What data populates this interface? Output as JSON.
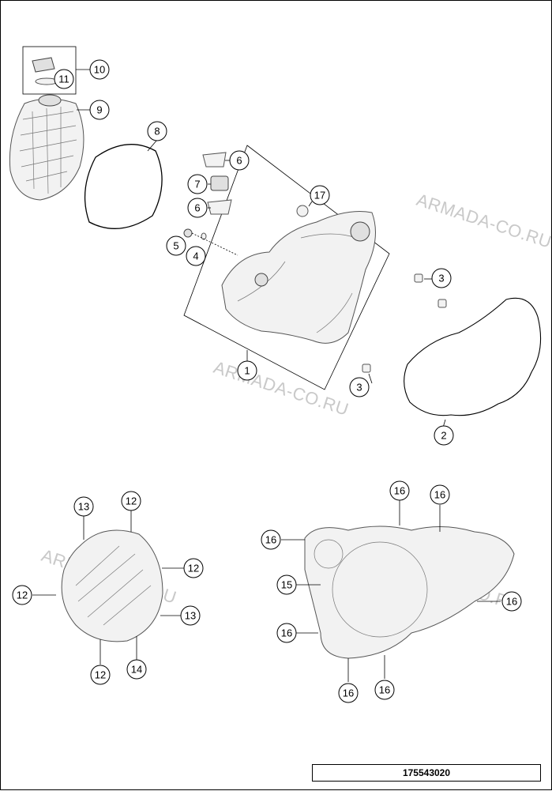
{
  "diagram": {
    "watermark_text": "ARMADA-CO.RU",
    "part_number": "175543020",
    "callouts": {
      "c1": "1",
      "c2": "2",
      "c3a": "3",
      "c3b": "3",
      "c4": "4",
      "c5": "5",
      "c6a": "6",
      "c6b": "6",
      "c7": "7",
      "c8": "8",
      "c9": "9",
      "c10": "10",
      "c11": "11",
      "c12a": "12",
      "c12b": "12",
      "c12c": "12",
      "c12d": "12",
      "c13a": "13",
      "c13b": "13",
      "c14": "14",
      "c15": "15",
      "c16a": "16",
      "c16b": "16",
      "c16c": "16",
      "c16d": "16",
      "c16e": "16",
      "c16f": "16",
      "c16g": "16",
      "c17": "17"
    }
  }
}
